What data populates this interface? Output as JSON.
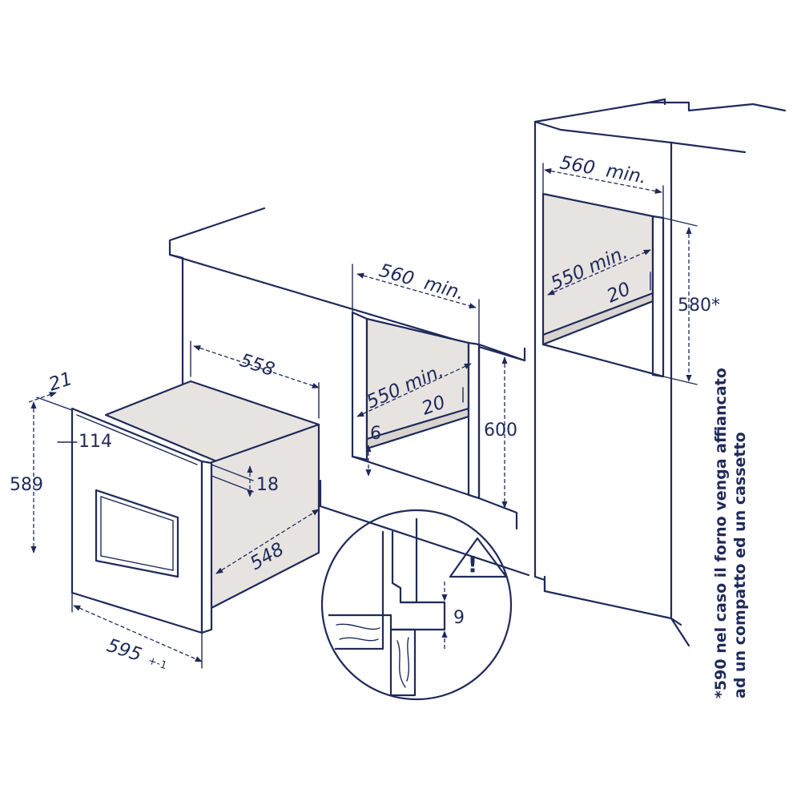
{
  "dimensions": {
    "oven_depth_total": "558",
    "panel_thickness": "21",
    "front_offset": "114",
    "front_height": "589",
    "body_offset": "18",
    "body_depth": "548",
    "front_width": "595",
    "front_width_tolerance": "+-1",
    "niche_width_under_counter": "560  min.",
    "niche_depth_under_counter": "550 min.",
    "niche_rear_gap_under_counter": "20",
    "niche_floor_height": "6",
    "niche_height_under_counter": "600",
    "niche_width_column": "560  min.",
    "niche_depth_column": "550 min.",
    "niche_rear_gap_column": "20",
    "niche_height_column": "580*",
    "detail_gap": "9"
  },
  "warning_symbol": "!",
  "footnote": {
    "line1": "*590 nel caso il forno venga affiancato",
    "line2": "ad un compatto ed un cassetto"
  },
  "colors": {
    "line": "#1f2a5a",
    "panel_shade": "#e7e3e0",
    "background": "#ffffff"
  }
}
